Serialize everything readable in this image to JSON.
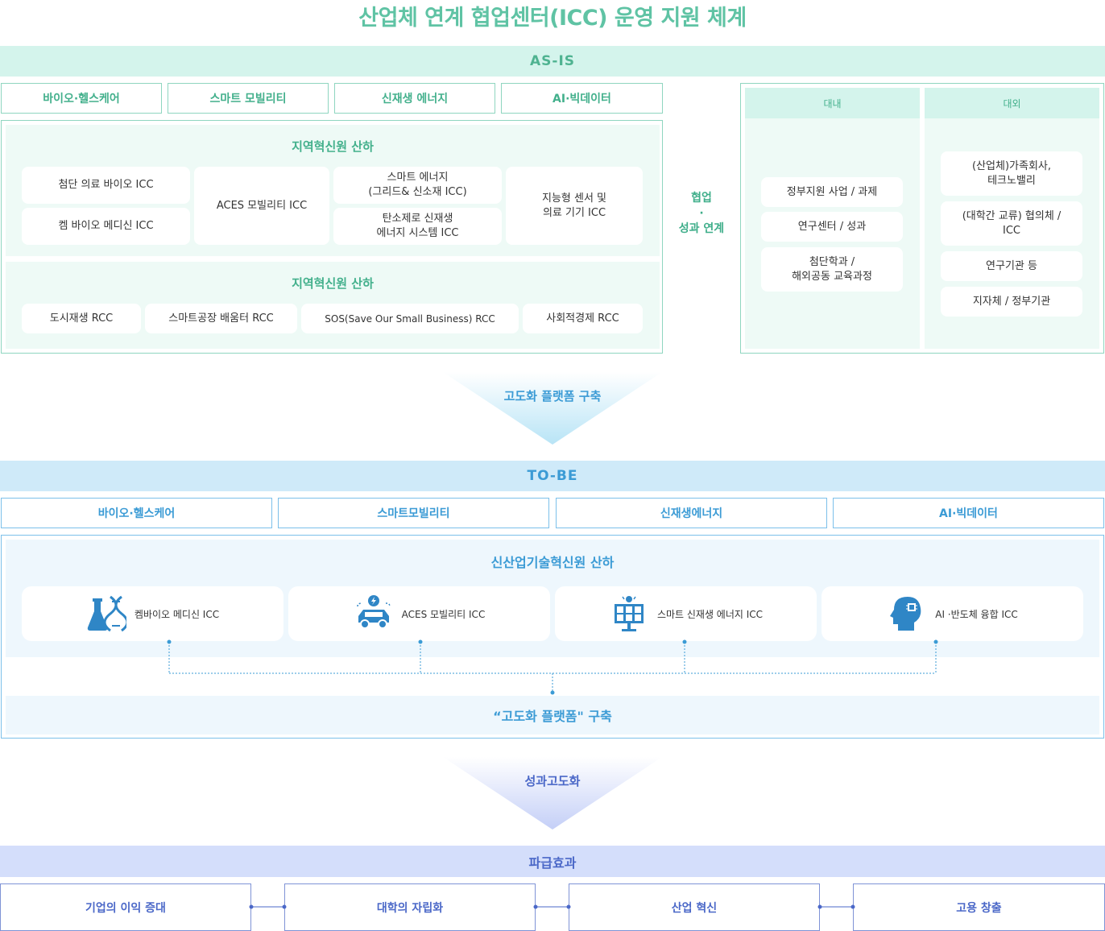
{
  "title": "산업체 연계 협업센터(ICC) 운영 지원 체계",
  "asis": {
    "label": "AS-IS",
    "categories": [
      "바이오·헬스케어",
      "스마트 모빌리티",
      "신재생 에너지",
      "AI·빅데이터"
    ],
    "icc_section": {
      "title": "지역혁신원 산하",
      "items": [
        "첨단 의료 바이오 ICC",
        "켐 바이오 메디신 ICC",
        "ACES 모빌리티 ICC",
        "스마트 에너지\n(그리드& 신소재 ICC)",
        "탄소제로 신재생\n에너지 시스템 ICC",
        "지능형 센서 및\n의료 기기 ICC"
      ]
    },
    "rcc_section": {
      "title": "지역혁신원 산하",
      "items": [
        "도시재생 RCC",
        "스마트공장 배움터 RCC",
        "SOS(Save Our Small Business) RCC",
        "사회적경제 RCC"
      ]
    },
    "collab_label": "협업\n·\n성과 연계",
    "internal": {
      "title": "대내",
      "items": [
        "정부지원 사업 / 과제",
        "연구센터 / 성과",
        "첨단학과 /\n해외공동 교육과정"
      ]
    },
    "external": {
      "title": "대외",
      "items": [
        "(산업체)가족회사,\n테크노밸리",
        "(대학간 교류) 협의체 /\nICC",
        "연구기관 등",
        "지자체 / 정부기관"
      ]
    }
  },
  "arrow1": "고도화 플랫폼 구축",
  "tobe": {
    "label": "TO-BE",
    "categories": [
      "바이오·헬스케어",
      "스마트모빌리티",
      "신재생에너지",
      "AI·빅데이터"
    ],
    "section_title": "신산업기술혁신원 산하",
    "iccs": [
      {
        "label": "켐바이오 메디신 ICC",
        "icon": "flask-dna-icon"
      },
      {
        "label": "ACES 모빌리티 ICC",
        "icon": "electric-car-icon"
      },
      {
        "label": "스마트 신재생 에너지 ICC",
        "icon": "solar-panel-icon"
      },
      {
        "label": "AI ·반도체 융합 ICC",
        "icon": "ai-head-chip-icon"
      }
    ],
    "platform": "“고도화 플랫폼\" 구축"
  },
  "arrow2": "성과고도화",
  "effects": {
    "label": "파급효과",
    "items": [
      "기업의 이익 증대",
      "대학의 자립화",
      "산업 혁신",
      "고용 창출"
    ]
  },
  "colors": {
    "green": "#5fc3a4",
    "green_dark": "#43b08c",
    "blue": "#3b9bd5",
    "indigo": "#4b68c8",
    "icon_blue": "#2f86c6"
  }
}
